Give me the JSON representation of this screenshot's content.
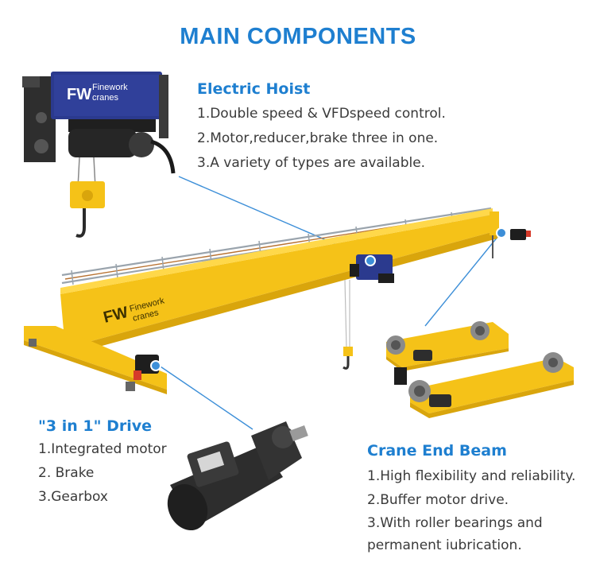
{
  "title": "MAIN COMPONENTS",
  "brand": {
    "logo_mark": "FW",
    "logo_line1": "Finework",
    "logo_line2": "cranes"
  },
  "sections": {
    "hoist": {
      "heading": "Electric Hoist",
      "items": [
        "1.Double speed & VFDspeed control.",
        "2.Motor,reducer,brake three in one.",
        "3.A variety of types are available."
      ]
    },
    "drive": {
      "heading": "\"3 in 1\" Drive",
      "items": [
        "1.Integrated motor",
        "2. Brake",
        "3.Gearbox"
      ]
    },
    "end_beam": {
      "heading": "Crane End Beam",
      "items": [
        "1.High flexibility and reliability.",
        "2.Buffer motor drive.",
        "3.With roller bearings  and",
        "permanent iubrication."
      ]
    }
  },
  "colors": {
    "title": "#1e7fd0",
    "heading": "#1e7fd0",
    "text": "#3a3a3a",
    "crane_yellow": "#f5c218",
    "crane_shadow": "#d9a50c",
    "callout": "#3d8fd8",
    "hoist_blue": "#2b3a8e",
    "motor_dark": "#2d2d2d"
  },
  "icons": [
    "hoist-illustration",
    "crane-illustration",
    "end-beam-illustration",
    "drive-motor-illustration"
  ]
}
